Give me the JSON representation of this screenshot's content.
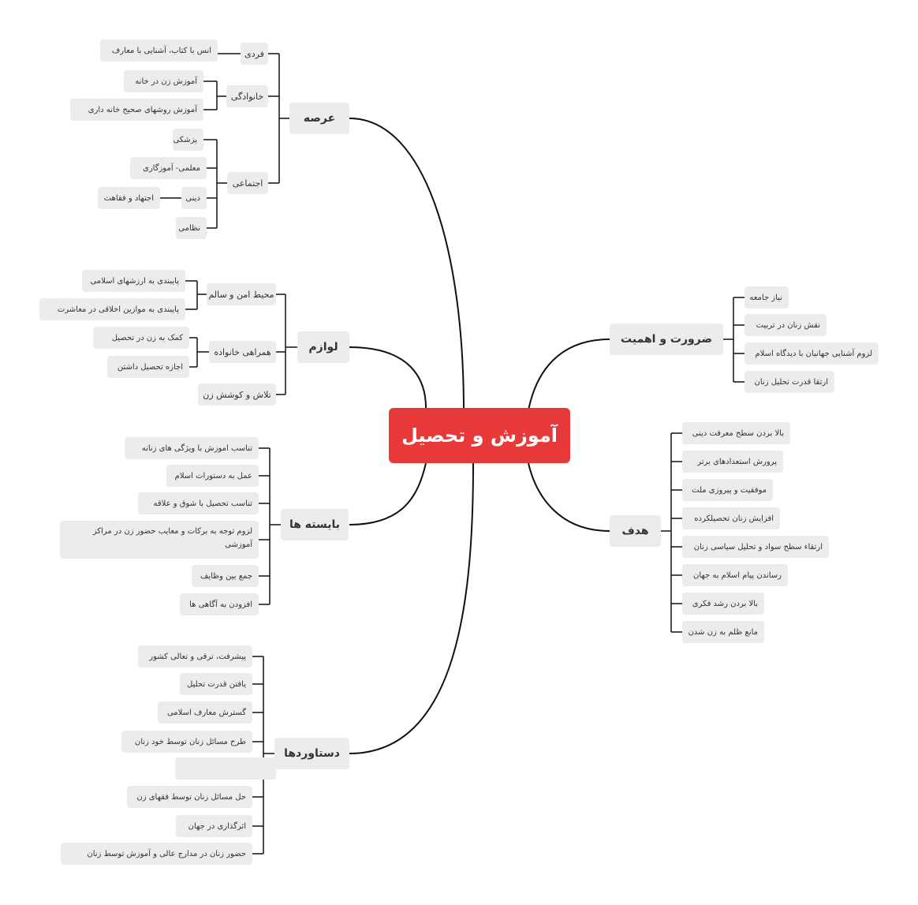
{
  "root": "آموزش و تحصیل",
  "arsa": {
    "title": "عرصه",
    "fardi": "فردی",
    "fardi_1": "انس با کتاب، آشنایی با معارف",
    "khanevadegi": "خانوادگی",
    "khanevadegi_1": "آموزش زن در خانه",
    "khanevadegi_2": "آموزش روشهای صحیح خانه داری",
    "ejtemai": "اجتماعی",
    "ejtemai_1": "پزشکی",
    "ejtemai_2": "معلمی- آموزگاری",
    "ejtemai_3": "دینی",
    "ejtemai_3_1": "اجتهاد و فقاهت",
    "ejtemai_4": "نظامی"
  },
  "lavazem": {
    "title": "لوازم",
    "mohit": "محیط امن و سالم",
    "mohit_1": "پایبندی به ارزشهای اسلامی",
    "mohit_2": "پایبندی به موازین اخلاقی در معاشرت",
    "hamrahi": "همراهی خانواده",
    "hamrahi_1": "کمک به زن در تحصیل",
    "hamrahi_2": "اجازه تحصیل داشتن",
    "talash": "تلاش و کوشش زن"
  },
  "bayesteha": {
    "title": "بایسته ها",
    "items": [
      "تناسب اموزش با ویژگی های زنانه",
      "عمل به دستورات اسلام",
      "تناسب تحصیل با شوق و علاقه",
      "لزوم توجه به برکات و معایب حضور زن در مراکز آموزشی",
      "جمع بین وظایف",
      "افزودن به آگاهی ها"
    ]
  },
  "dastavardha": {
    "title": "دستاوردها",
    "items": [
      "پیشرفت، ترقی و تعالی کشور",
      "یافتن قدرت تحلیل",
      "گسترش معارف اسلامی",
      "طرح مسائل زنان توسط خود زنان",
      "",
      "حل مسائل زنان توسط فقهای زن",
      "اثرگذاری در جهان",
      "حضور زنان در مدارج عالی و آموزش توسط زنان"
    ]
  },
  "zarurat": {
    "title": "ضرورت و اهمیت",
    "items": [
      "نیاز جامعه",
      "نقش زنان در تربیت",
      "لزوم آشنایی جهانیان با دیدگاه اسلام",
      "ارتقا قدرت تحلیل زنان"
    ]
  },
  "hadaf": {
    "title": "هدف",
    "items": [
      "بالا بردن سطح معرفت دینی",
      "پرورش استعدادهای برتر",
      "موفقیت و پیروزی ملت",
      "افزایش زنان تحصیلکرده",
      "ارتقاء سطح سواد و تحلیل سیاسی زنان",
      "رساندن پیام اسلام به جهان",
      "بالا بردن رشد فکری",
      "مانع ظلم به زن شدن"
    ]
  }
}
